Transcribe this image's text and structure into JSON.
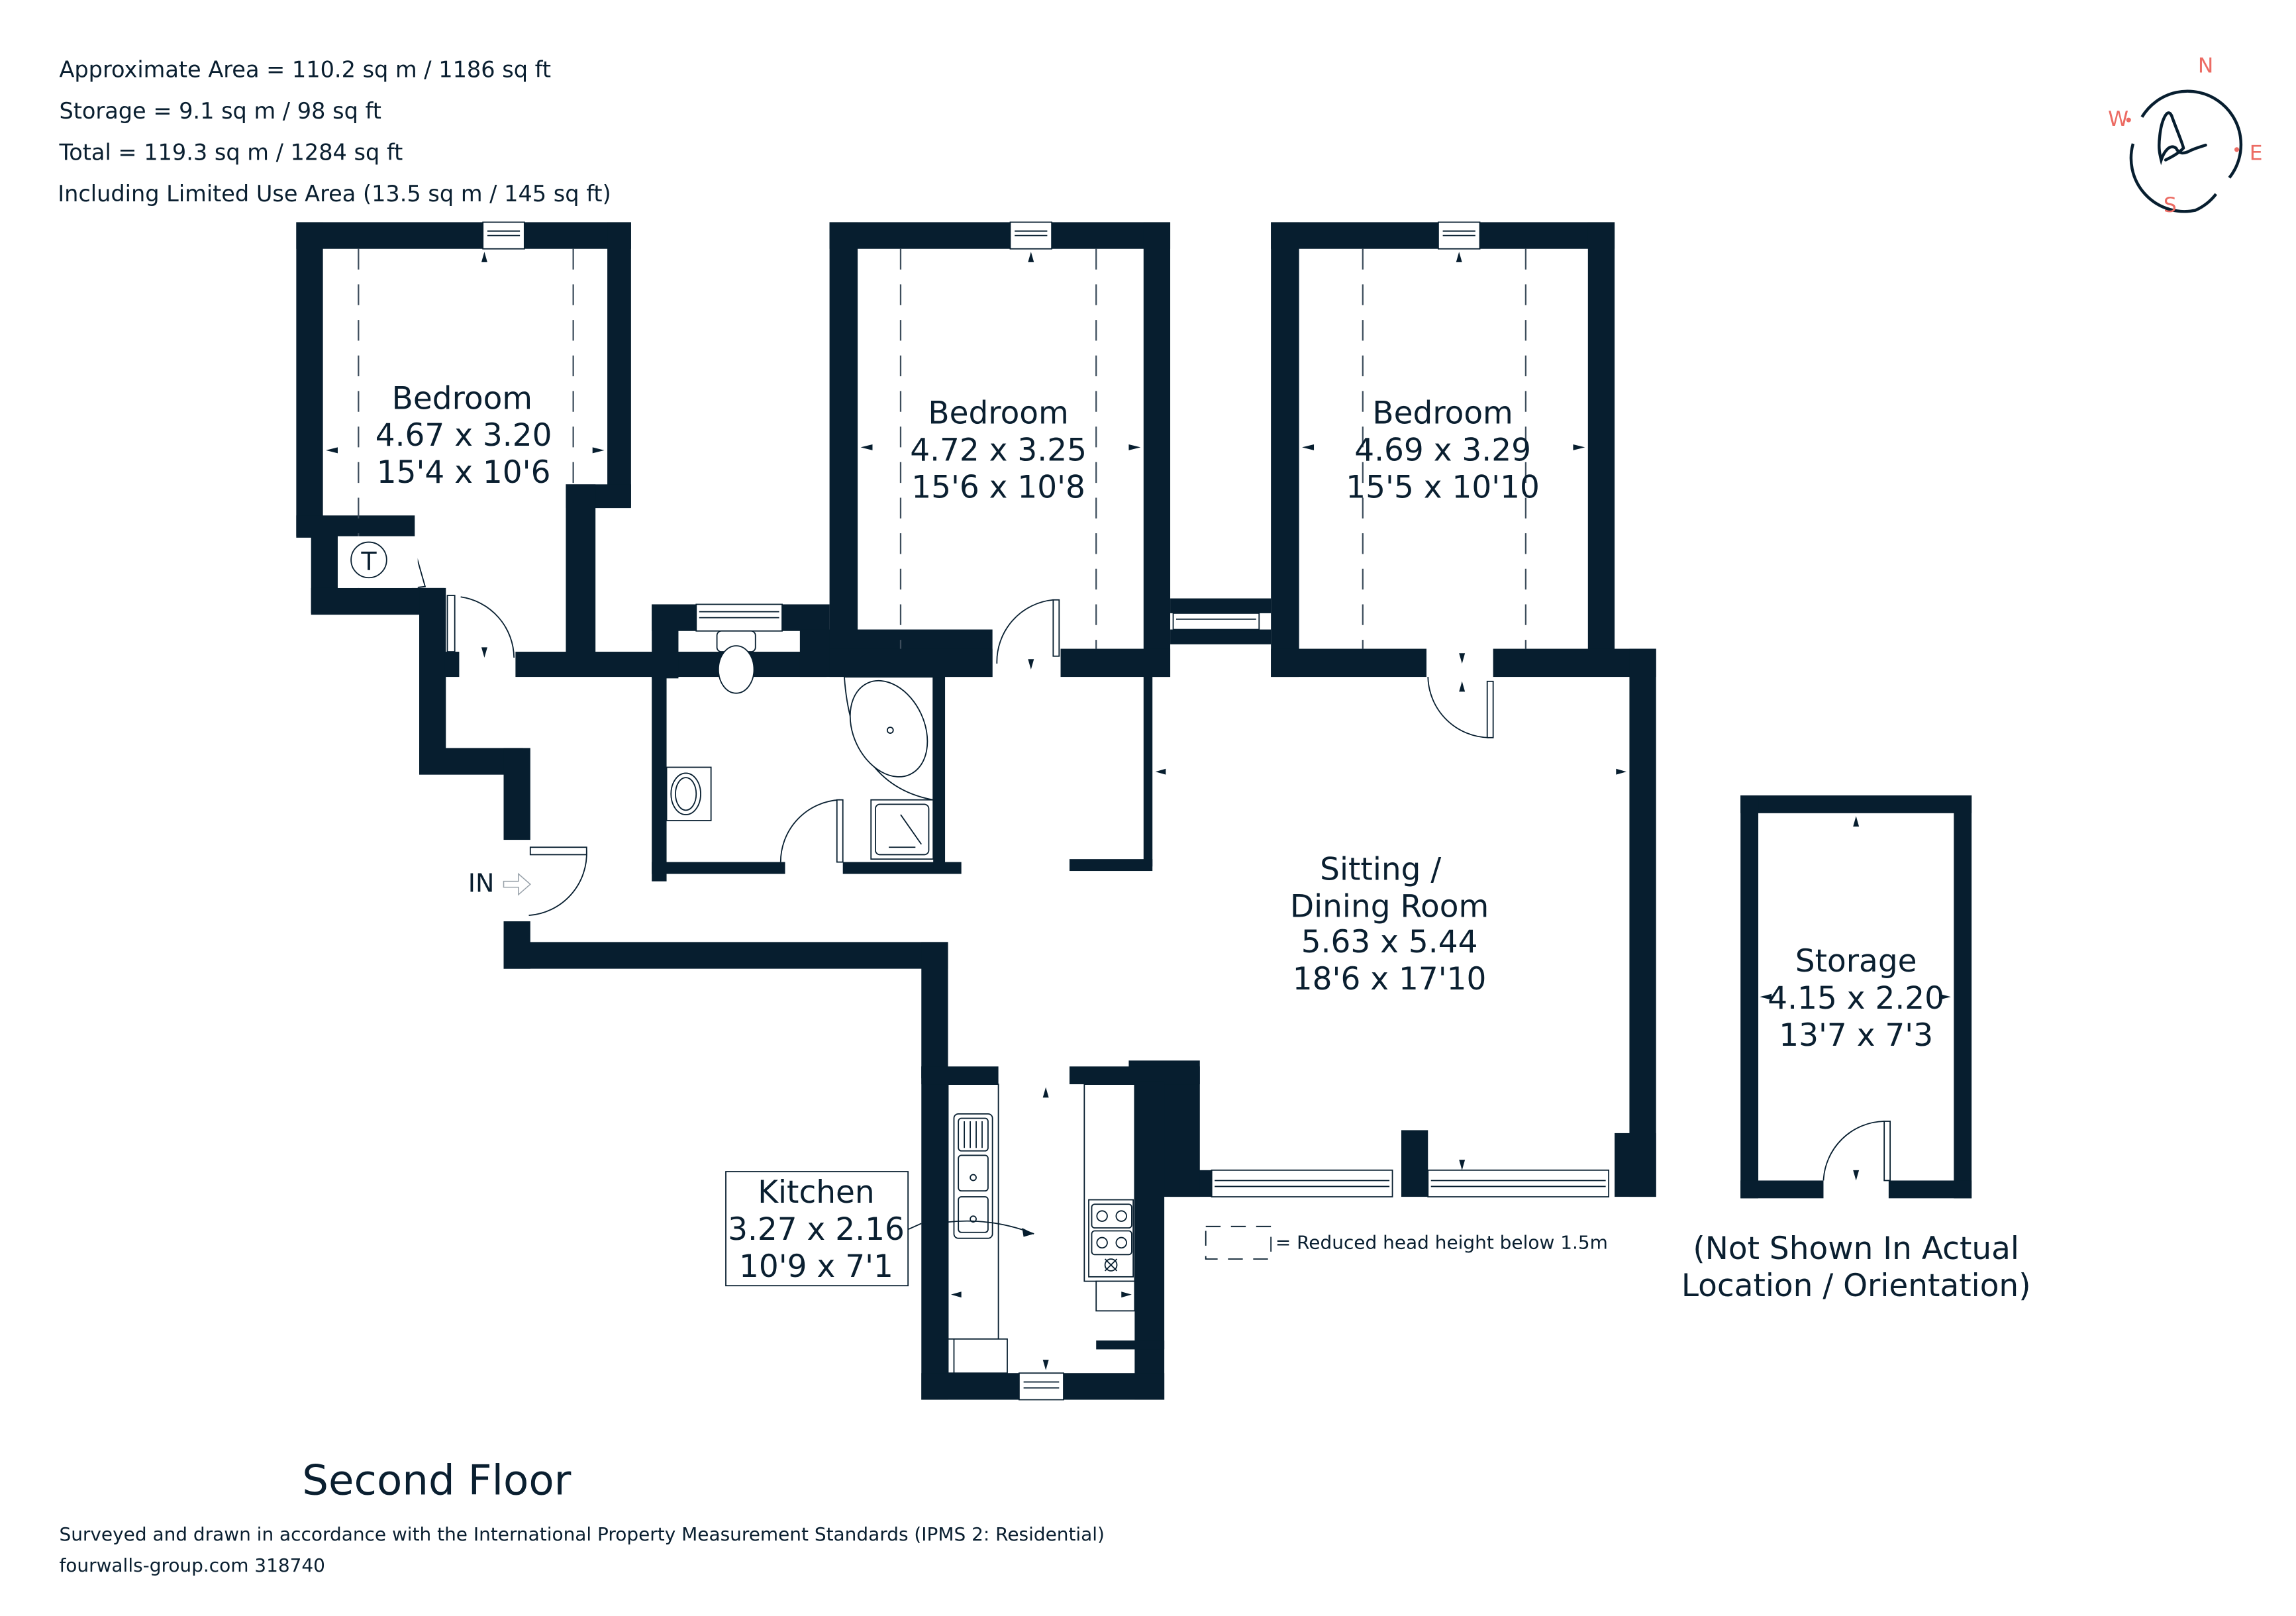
{
  "summary": {
    "approx_area": "Approximate Area = 110.2 sq m / 1186 sq ft",
    "storage": "Storage = 9.1 sq m / 98 sq ft",
    "total": "Total = 119.3 sq m / 1284 sq ft",
    "limited_use": "Including Limited Use Area (13.5 sq m / 145 sq ft)"
  },
  "compass": {
    "north": "N",
    "east": "E",
    "south": "S",
    "west": "W",
    "logo_icon": "h-signature-logo-icon",
    "accent_color": "#ec6b63",
    "ring_color": "#071e2f"
  },
  "rooms": {
    "bedroom1": {
      "name": "Bedroom",
      "metric": "4.67 x 3.20",
      "imperial": "15'4 x 10'6"
    },
    "bedroom2": {
      "name": "Bedroom",
      "metric": "4.72 x 3.25",
      "imperial": "15'6 x 10'8"
    },
    "bedroom3": {
      "name": "Bedroom",
      "metric": "4.69 x 3.29",
      "imperial": "15'5 x 10'10"
    },
    "sitting": {
      "name_line1": "Sitting /",
      "name_line2": "Dining Room",
      "metric": "5.63 x 5.44",
      "imperial": "18'6 x 17'10"
    },
    "kitchen": {
      "name": "Kitchen",
      "metric": "3.27 x 2.16",
      "imperial": "10'9 x 7'1"
    },
    "storage": {
      "name": "Storage",
      "metric": "4.15 x 2.20",
      "imperial": "13'7 x 7'3"
    }
  },
  "labels": {
    "entrance": "IN",
    "tank": "T",
    "storage_note_line1": "(Not Shown In Actual",
    "storage_note_line2": "Location / Orientation)",
    "legend": "= Reduced head height below 1.5m",
    "floor_title": "Second Floor"
  },
  "footer": {
    "standards": "Surveyed and drawn in accordance with the International Property Measurement Standards (IPMS 2: Residential)",
    "reference": "fourwalls-group.com 318740"
  },
  "colors": {
    "wall": "#071e2f",
    "text": "#0a1f30",
    "accent": "#ec6b63",
    "background": "#ffffff"
  }
}
